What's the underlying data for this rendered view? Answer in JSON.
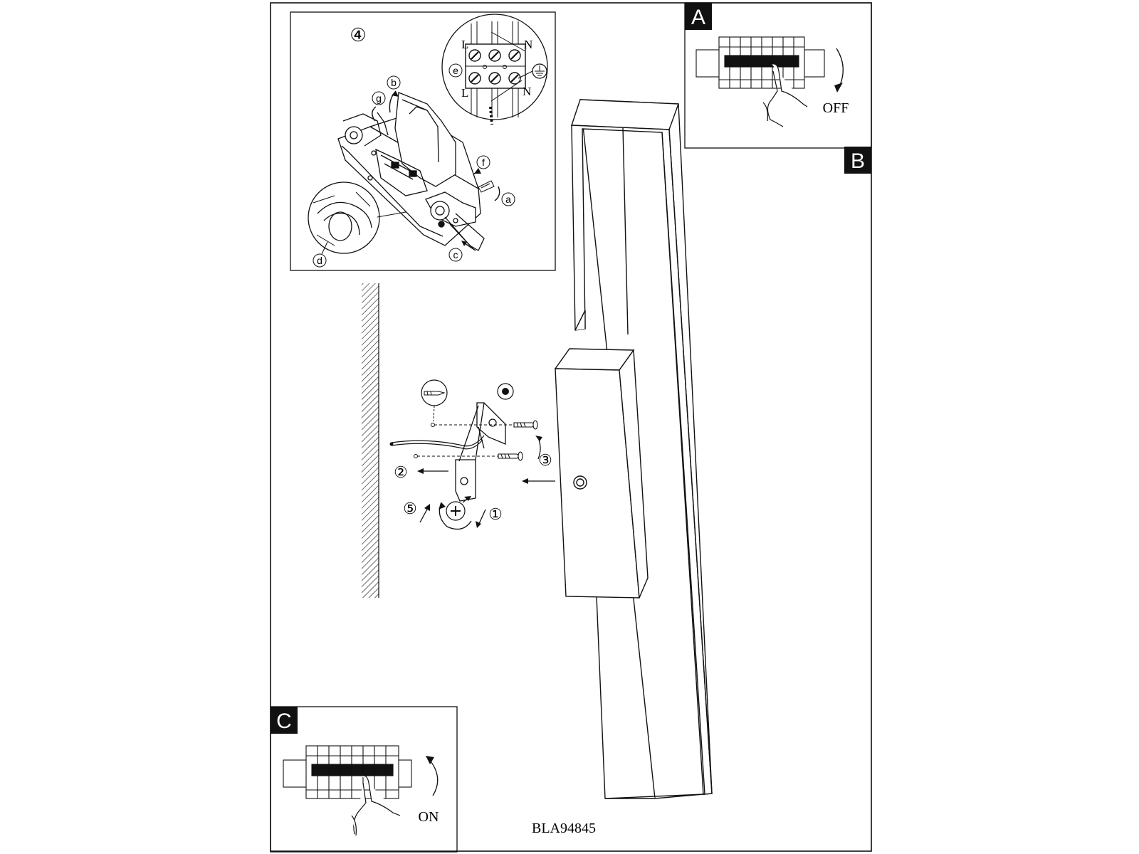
{
  "page": {
    "document_code": "BLA94845"
  },
  "panels": {
    "a": {
      "letter": "A",
      "caption": "OFF"
    },
    "b": {
      "letter": "B"
    },
    "c": {
      "letter": "C",
      "caption": "ON"
    }
  },
  "wiring_detail": {
    "step_number": "④",
    "terminal_labels": {
      "live_top": "L",
      "neutral_top": "N",
      "live_bottom": "L",
      "neutral_bottom": "N"
    },
    "callouts": {
      "b": "b",
      "c": "c",
      "d": "d",
      "e": "e",
      "f": "f",
      "g": "g",
      "a": "a"
    }
  },
  "mounting_steps": {
    "step1": "①",
    "step2": "②",
    "step3": "③",
    "step5": "⑤"
  },
  "colors": {
    "line": "#111111",
    "label_fill": "#111111",
    "label_text": "#ffffff"
  },
  "icons": [
    "wall-plug-icon",
    "screw-icon",
    "breaker-panel-icon",
    "hand-icon",
    "earth-ground-icon"
  ]
}
